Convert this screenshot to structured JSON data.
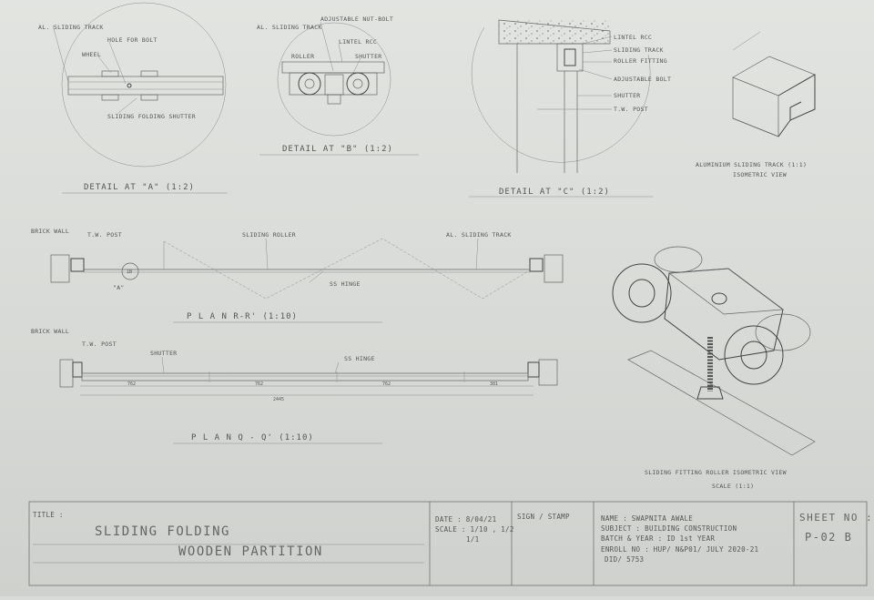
{
  "detail_a": {
    "labels": [
      "AL. SLIDING TRACK",
      "HOLE FOR BOLT",
      "WHEEL",
      "SLIDING FOLDING SHUTTER"
    ],
    "caption": "DETAIL AT \"A\" (1:2)"
  },
  "detail_b": {
    "labels": [
      "ADJUSTABLE NUT-BOLT",
      "AL. SLIDING TRACK",
      "LINTEL RCC",
      "ROLLER",
      "SHUTTER"
    ],
    "caption": "DETAIL AT \"B\" (1:2)"
  },
  "detail_c": {
    "labels": [
      "LINTEL RCC",
      "SLIDING TRACK",
      "ROLLER FITTING",
      "ADJUSTABLE BOLT",
      "SHUTTER",
      "T.W. POST"
    ],
    "caption": "DETAIL AT \"C\" (1:2)"
  },
  "track_iso": {
    "caption": "ALUMINIUM SLIDING TRACK (1:1)",
    "sub": "ISOMETRIC VIEW"
  },
  "plan_rr": {
    "labels": [
      "BRICK WALL",
      "T.W. POST",
      "SLIDING ROLLER",
      "AL. SLIDING TRACK",
      "SS HINGE",
      "\"A\""
    ],
    "callout": "1B",
    "caption": "P L A N   R-R'  (1:10)"
  },
  "plan_qq": {
    "labels": [
      "BRICK WALL",
      "T.W. POST",
      "SHUTTER",
      "SS HINGE"
    ],
    "dims": [
      "762",
      "762",
      "762",
      "381",
      "2445"
    ],
    "caption": "P L A N   Q - Q'  (1:10)"
  },
  "roller_iso": {
    "caption": "SLIDING FITTING ROLLER ISOMETRIC VIEW",
    "scale": "SCALE (1:1)"
  },
  "title_block": {
    "title_label": "TITLE :",
    "title_line1": "SLIDING   FOLDING",
    "title_line2": "WOODEN   PARTITION",
    "date": "DATE : 8/04/21",
    "scale": "SCALE : 1/10 , 1/2",
    "scale2": "1/1",
    "sign": "SIGN / STAMP",
    "name": "NAME : SWAPNITA AWALE",
    "subject": "SUBJECT : BUILDING CONSTRUCTION",
    "batch": "BATCH & YEAR : ID 1st YEAR",
    "enroll": "ENROLL NO : HUP/ N&P01/ JULY 2020-21",
    "enroll2": "DID/ 5753",
    "sheet_label": "SHEET NO :",
    "sheet_no": "P-02 B"
  }
}
